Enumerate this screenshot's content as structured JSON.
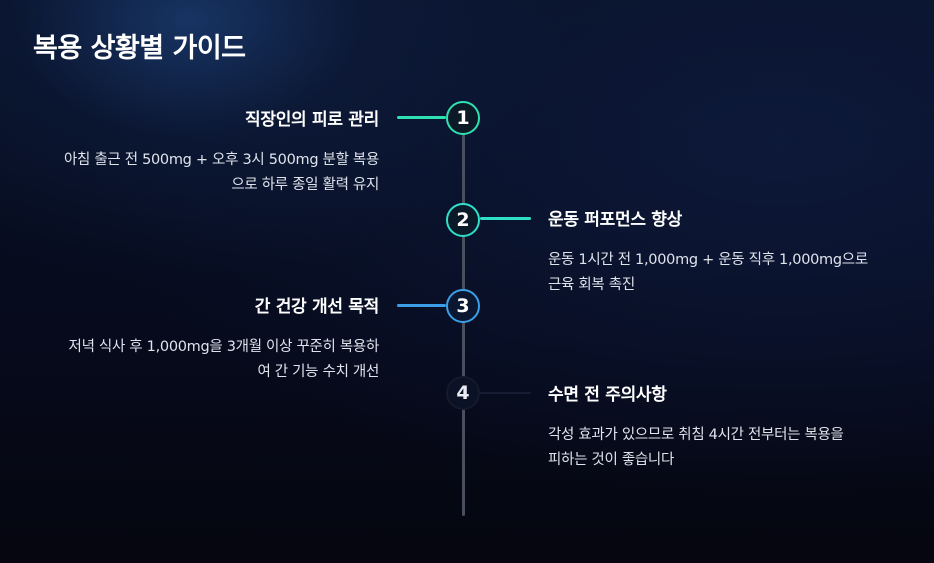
{
  "title": "복용 상황별 가이드",
  "colors": {
    "step1": "#2fe0b0",
    "step2": "#2fe0c8",
    "step3": "#3a9fe6",
    "step4": "#161d33",
    "timeline": "#4a4f60"
  },
  "steps": [
    {
      "number": "1",
      "title": "직장인의 피로 관리",
      "line1": "아침 출근 전 500mg + 오후 3시 500mg 분할 복용",
      "line2": "으로 하루 종일 활력 유지"
    },
    {
      "number": "2",
      "title": "운동 퍼포먼스 향상",
      "line1": "운동 1시간 전 1,000mg + 운동 직후 1,000mg으로",
      "line2": "근육 회복 촉진"
    },
    {
      "number": "3",
      "title": "간 건강 개선 목적",
      "line1": "저녁 식사 후 1,000mg을 3개월 이상 꾸준히 복용하",
      "line2": "여 간 기능 수치 개선"
    },
    {
      "number": "4",
      "title": "수면 전 주의사항",
      "line1": "각성 효과가 있으므로 취침 4시간 전부터는 복용을",
      "line2": "피하는 것이 좋습니다"
    }
  ]
}
